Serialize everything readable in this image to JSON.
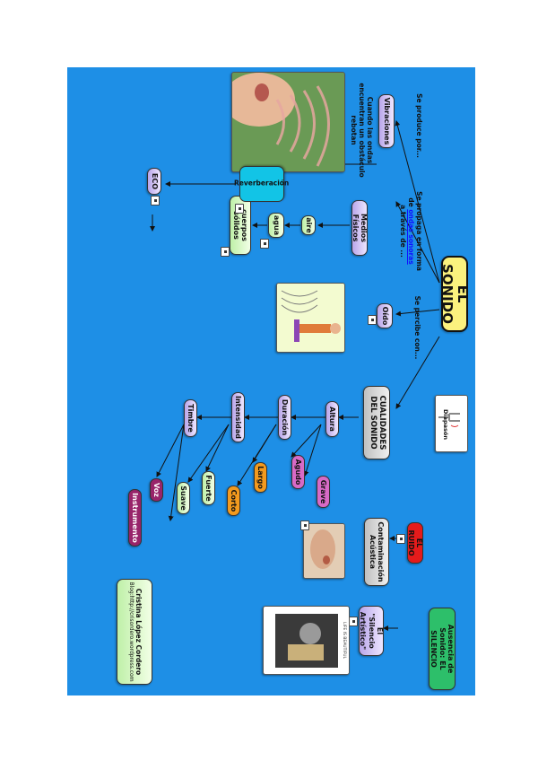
{
  "title": "EL SONIDO",
  "links": {
    "produce": "Se produce por...",
    "propaga_a": "Se propaga en forma",
    "propaga_de": "de",
    "propaga_link": "ondas sonoras",
    "propaga_b": "a través de ...",
    "percibe": "Se percibe con...",
    "obstaculo": "Cuando las ondas encuentran un obstáculo rebotan"
  },
  "nodes": {
    "vibraciones": "Vibraciones",
    "medios": "Medios Físicos",
    "aire": "aire",
    "agua": "agua",
    "solidos": "cuerpos sólidos",
    "oido": "Oído",
    "reverberacion": "Reverberación",
    "eco": "ECO",
    "cualidades": "CUALIDADES DEL SONIDO",
    "diapason": "Diapasón",
    "altura": "Altura",
    "duracion": "Duración",
    "intensidad": "Intensidad",
    "timbre": "Timbre",
    "agudo": "Agudo",
    "grave": "Grave",
    "largo": "Largo",
    "corto": "Corto",
    "fuerte": "Fuerte",
    "suave": "Suave",
    "voz": "Voz",
    "instrumento": "Instrumento",
    "contaminacion": "Contaminación Acústica",
    "ruido": "EL RUIDO",
    "ausencia": "Ausencia de Sonido: EL SILENCIO",
    "silencio_artistico": "El \"Silencio Artístico\""
  },
  "author": {
    "name": "Cristina López Cordero",
    "blog": "Blog:http://crisordero.wordpress.com"
  },
  "book_cover": "LIFE IS BEAUTIFUL",
  "colors": {
    "background": "#1e8fe6",
    "title_box": "#fbf27e",
    "ruido": "#e41b1b",
    "silencio": "#2dbf6a"
  }
}
